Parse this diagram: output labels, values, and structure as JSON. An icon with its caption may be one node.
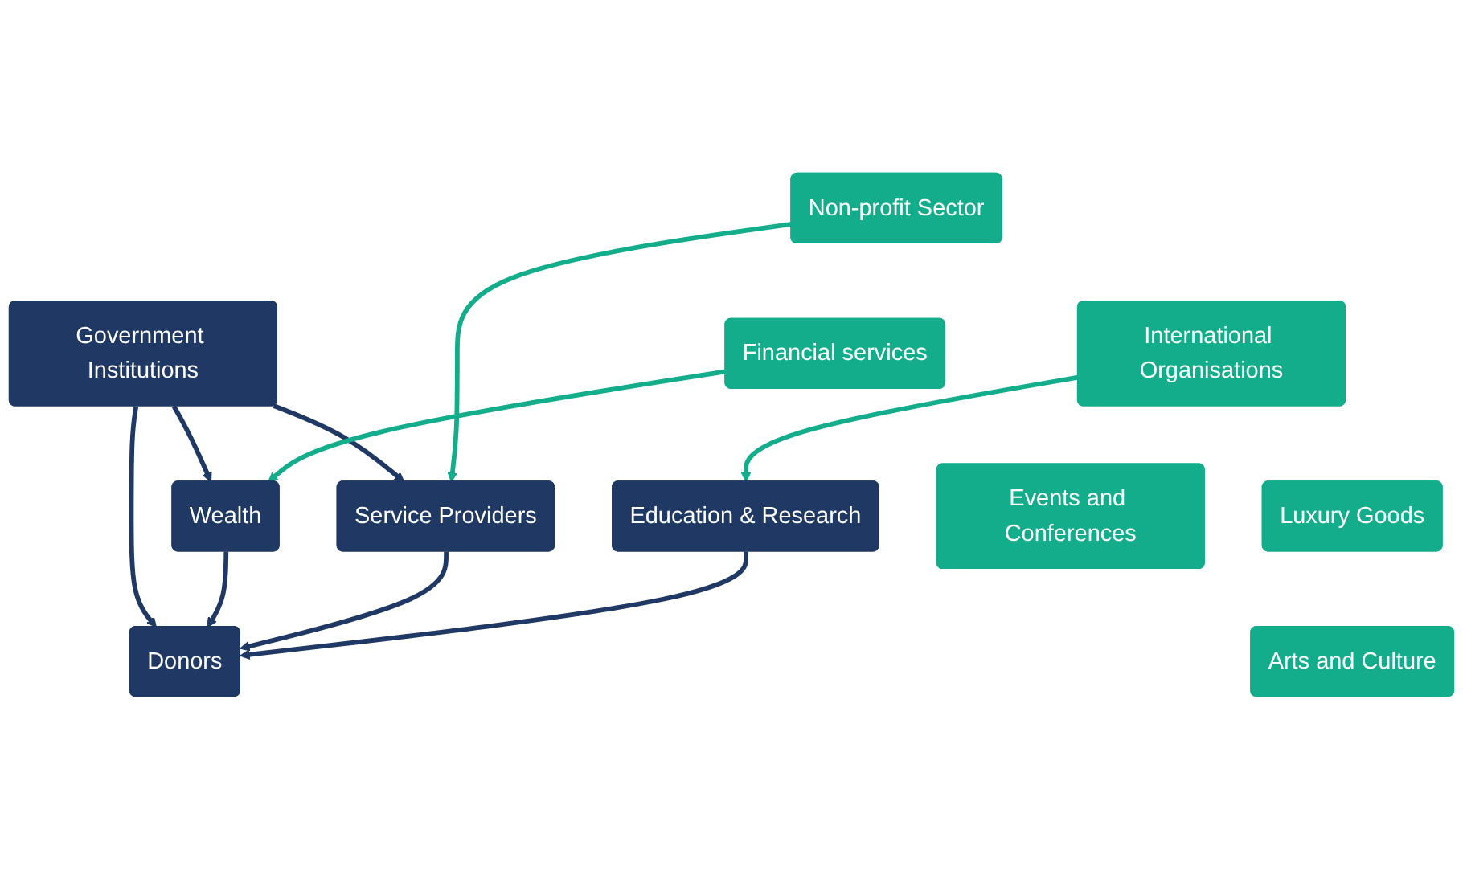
{
  "diagram": {
    "nodes": [
      {
        "text": [
          "Government Institutions"
        ]
      },
      {
        "text": [
          "Wealth"
        ]
      },
      {
        "text": [
          "Donors"
        ]
      },
      {
        "text": [
          "Service Providers"
        ]
      },
      {
        "text": [
          "Financial services"
        ]
      },
      {
        "text": [
          "Luxury Goods"
        ]
      },
      {
        "text": [
          "Arts and Culture"
        ]
      },
      {
        "text": [
          "Education & Research"
        ]
      },
      {
        "text": [
          "Non-profit Sector"
        ]
      },
      {
        "text": [
          "International Organisations"
        ]
      },
      {
        "text": [
          "Events and Conferences"
        ]
      }
    ],
    "edges": [
      {
        "from": 0,
        "to": 1,
        "arrow": "to"
      },
      {
        "from": 0,
        "to": 2,
        "arrow": "to"
      },
      {
        "from": 0,
        "to": 3,
        "arrow": "to"
      },
      {
        "from": 1,
        "to": 2,
        "arrow": "to"
      },
      {
        "from": 3,
        "to": 2,
        "arrow": "to"
      },
      {
        "from": 7,
        "to": 2,
        "arrow": "to"
      },
      {
        "from": 4,
        "to": 1,
        "arrow": "to",
        "color": "#13ad8c"
      },
      {
        "from": 8,
        "to": 3,
        "arrow": "to",
        "color": "#13ad8c"
      },
      {
        "from": 9,
        "to": 7,
        "arrow": "to",
        "color": "#13ad8c"
      }
    ]
  }
}
